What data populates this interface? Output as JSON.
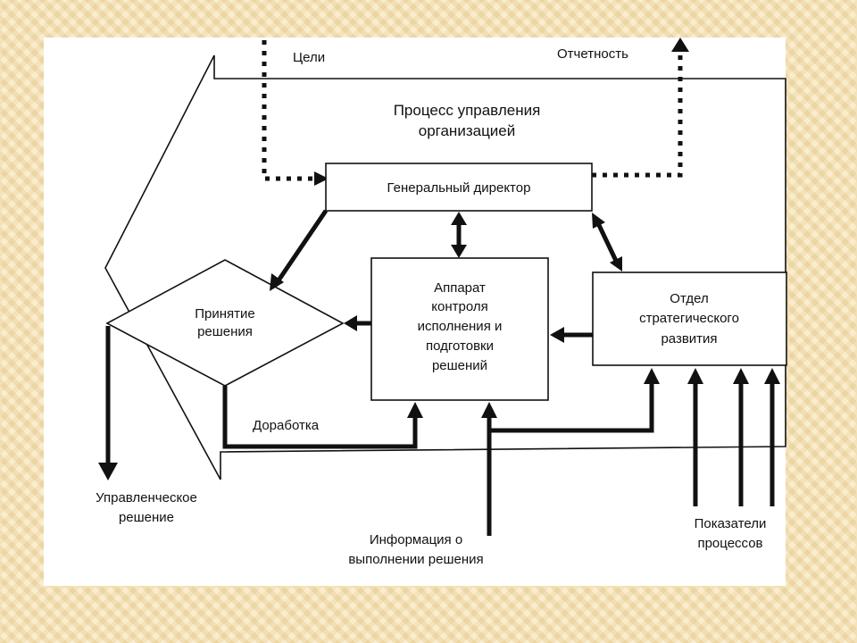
{
  "labels": {
    "goals": "Цели",
    "reporting": "Отчетность",
    "process_title_1": "Процесс управления",
    "process_title_2": "организацией",
    "director": "Генеральный директор",
    "decision_1": "Принятие",
    "decision_2": "решения",
    "apparatus_1": "Аппарат",
    "apparatus_2": "контроля",
    "apparatus_3": "исполнения и",
    "apparatus_4": "подготовки",
    "apparatus_5": "решений",
    "dept_1": "Отдел",
    "dept_2": "стратегического",
    "dept_3": "развития",
    "rework": "Доработка",
    "mgmt_decision_1": "Управленческое",
    "mgmt_decision_2": "решение",
    "info_1": "Информация о",
    "info_2": "выполнении решения",
    "indicators_1": "Показатели",
    "indicators_2": "процессов"
  },
  "colors": {
    "background": "#f6e7c2",
    "panel": "#ffffff",
    "ink": "#111111"
  }
}
